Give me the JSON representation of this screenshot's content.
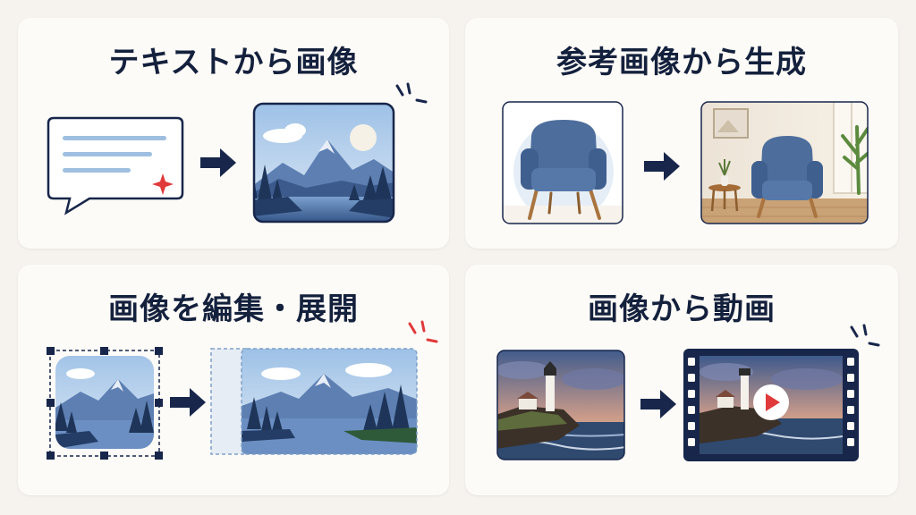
{
  "cards": [
    {
      "title": "テキストから画像"
    },
    {
      "title": "参考画像から生成"
    },
    {
      "title": "画像を編集・展開"
    },
    {
      "title": "画像から動画"
    }
  ],
  "colors": {
    "navy": "#17264a",
    "accent_red": "#e03a3a",
    "line_blue": "#9fbfe0",
    "card_bg": "#fdfbf8",
    "page_bg": "#f6f3ee"
  },
  "icons": [
    "speech-bubble-icon",
    "sparkle-icon",
    "arrow-right-icon",
    "play-icon",
    "film-strip-icon",
    "selection-handles-icon"
  ]
}
